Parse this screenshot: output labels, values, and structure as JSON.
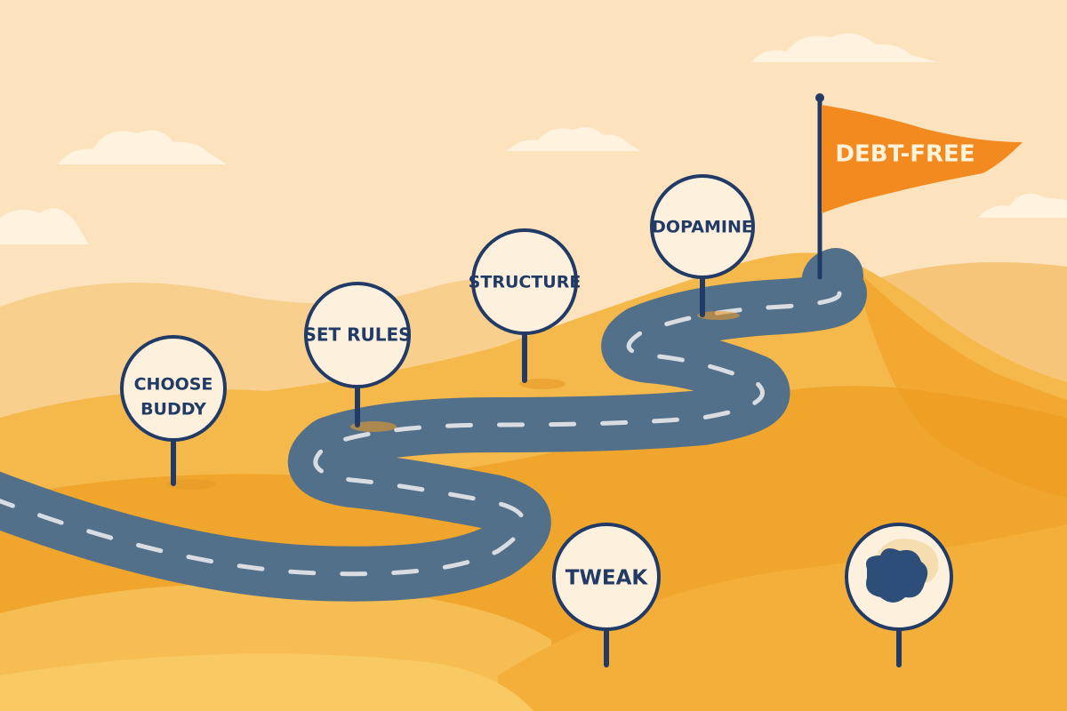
{
  "goal_flag": {
    "label": "DEBT-FREE"
  },
  "signs": {
    "choose_buddy": {
      "line1": "CHOOSE",
      "line2": "BUDDY"
    },
    "set_rules": {
      "label": "SET RULES"
    },
    "structure": {
      "label": "STRUCTURE"
    },
    "dopamine": {
      "label": "DOPAMINE"
    },
    "tweak": {
      "label": "TWEAK"
    },
    "blob_sign": {
      "icon": "blob-icon"
    }
  },
  "colors": {
    "sky": "#FCE3BE",
    "hill_light": "#F7C46B",
    "hill_mid": "#F2A92E",
    "hill_dark": "#EE9B1E",
    "road": "#53708A",
    "road_dash": "#D9DDE1",
    "sign_face": "#FDF1DD",
    "sign_ring": "#213A66",
    "flag": "#F38A1F"
  }
}
